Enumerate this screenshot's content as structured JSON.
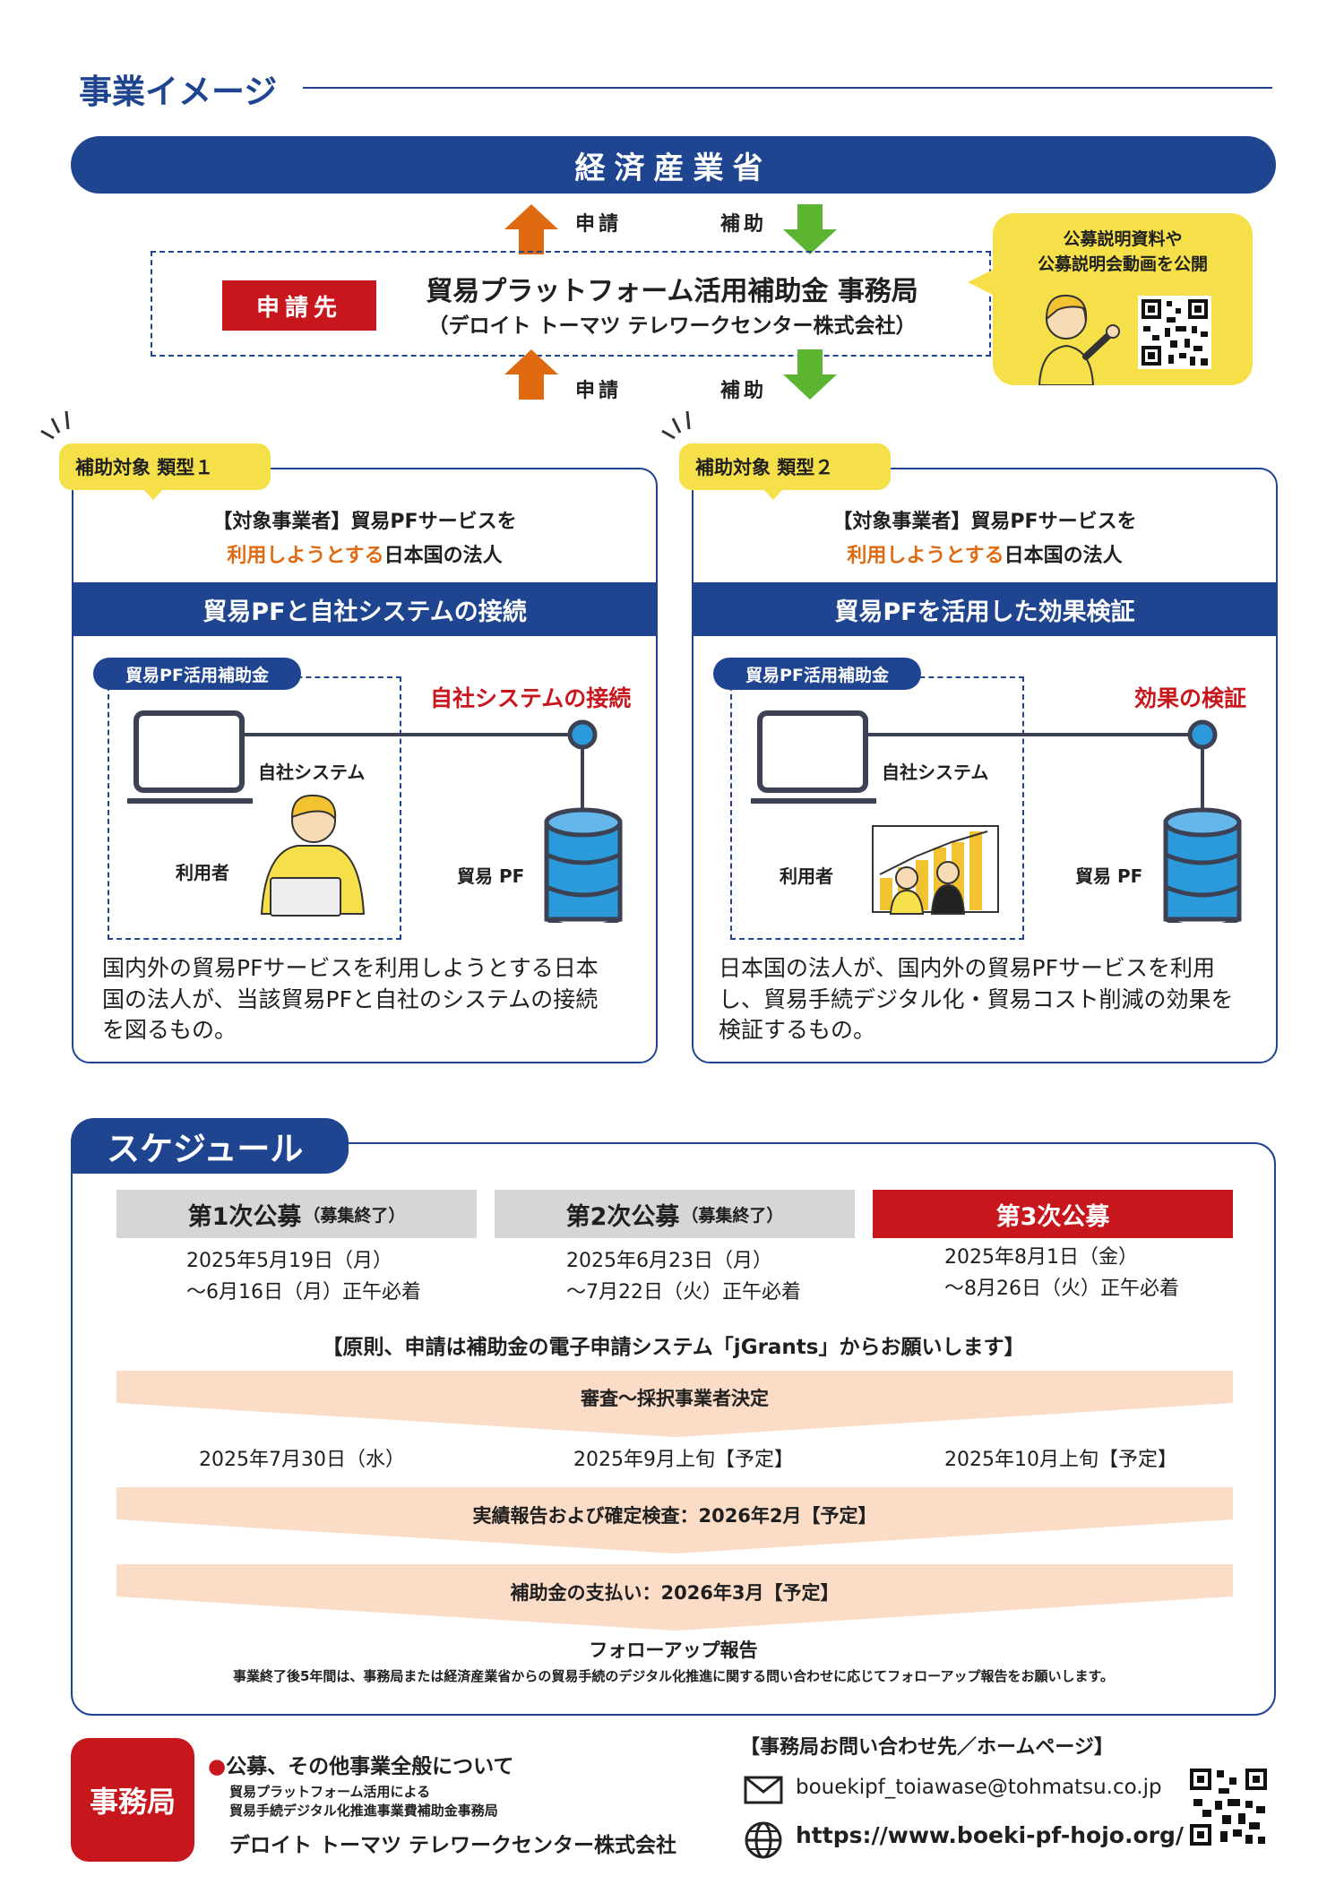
{
  "header": {
    "title": "事業イメージ"
  },
  "ministry": "経済産業省",
  "arrows": {
    "apply": "申請",
    "subsidy": "補助"
  },
  "office": {
    "tag": "申請先",
    "name": "貿易プラットフォーム活用補助金 事務局",
    "sub": "（デロイト トーマツ テレワークセンター株式会社）"
  },
  "callout": {
    "line1": "公募説明資料や",
    "line2": "公募説明会動画を公開"
  },
  "types": [
    {
      "tab": "補助対象 類型１",
      "target_prefix": "【対象事業者】",
      "target_main": "貿易PFサービスを",
      "target_orange": "利用しようとする",
      "target_tail": "日本国の法人",
      "band": "貿易PFと自社システムの接続",
      "pill": "貿易PF活用補助金",
      "red_label": "自社システムの接続",
      "system_label": "自社システム",
      "user_label": "利用者",
      "pf_label": "貿易 PF",
      "desc_lines": [
        "国内外の貿易PFサービスを利用しようとする日本",
        "国の法人が、当該貿易PFと自社のシステムの接続",
        "を図るもの。"
      ]
    },
    {
      "tab": "補助対象 類型２",
      "target_prefix": "【対象事業者】",
      "target_main": "貿易PFサービスを",
      "target_orange": "利用しようとする",
      "target_tail": "日本国の法人",
      "band": "貿易PFを活用した効果検証",
      "pill": "貿易PF活用補助金",
      "red_label": "効果の検証",
      "system_label": "自社システム",
      "user_label": "利用者",
      "pf_label": "貿易 PF",
      "desc_lines": [
        "日本国の法人が、国内外の貿易PFサービスを利用",
        "し、貿易手続デジタル化・貿易コスト削減の効果を",
        "検証するもの。"
      ]
    }
  ],
  "schedule": {
    "title": "スケジュール",
    "rounds": [
      {
        "name": "第1次公募",
        "note": "（募集終了）",
        "date1": "2025年5月19日（月）",
        "date2": "～6月16日（月）正午必着",
        "decision": "2025年7月30日（水）"
      },
      {
        "name": "第2次公募",
        "note": "（募集終了）",
        "date1": "2025年6月23日（月）",
        "date2": "～7月22日（火）正午必着",
        "decision": "2025年9月上旬【予定】"
      },
      {
        "name": "第3次公募",
        "note": "",
        "date1": "2025年8月1日（金）",
        "date2": "～8月26日（火）正午必着",
        "decision": "2025年10月上旬【予定】"
      }
    ],
    "policy": "【原則、申請は補助金の電子申請システム「jGrants」からお願いします】",
    "review": "審査～採択事業者決定",
    "report": "実績報告および確定検査：2026年2月【予定】",
    "payment": "補助金の支払い：2026年3月【予定】",
    "followup_title": "フォローアップ報告",
    "followup_text": "事業終了後5年間は、事務局または経済産業省からの貿易手続のデジタル化推進に関する問い合わせに応じてフォローアップ報告をお願いします。"
  },
  "footer": {
    "badge": "事務局",
    "about": "公募、その他事業全般について",
    "org_line1": "貿易プラットフォーム活用による",
    "org_line2": "貿易手続デジタル化推進事業費補助金事務局",
    "company": "デロイト トーマツ テレワークセンター株式会社",
    "contact_title": "【事務局お問い合わせ先／ホームページ】",
    "email": "bouekipf_toiawase@tohmatsu.co.jp",
    "url": "https://www.boeki-pf-hojo.org/"
  },
  "colors": {
    "navy": "#1f4591",
    "red": "#c8161d",
    "orange": "#e06a10",
    "yellow": "#f5e04a",
    "green": "#5cb531",
    "peach": "#fbdcc7"
  }
}
